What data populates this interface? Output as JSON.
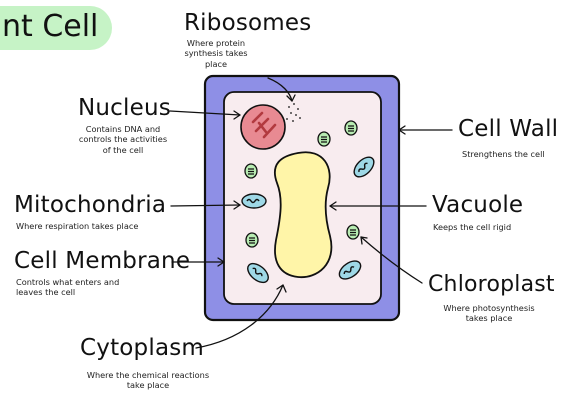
{
  "title": "nt Cell",
  "labels": {
    "ribosomes": {
      "name": "Ribosomes",
      "desc": [
        "Where protein",
        "synthesis takes",
        "place"
      ]
    },
    "nucleus": {
      "name": "Nucleus",
      "desc": [
        "Contains DNA and",
        "controls the activities",
        "of the cell"
      ]
    },
    "cell_wall": {
      "name": "Cell Wall",
      "desc": [
        "Strengthens the cell"
      ]
    },
    "mitochondria": {
      "name": "Mitochondria",
      "desc": [
        "Where respiration takes place"
      ]
    },
    "vacuole": {
      "name": "Vacuole",
      "desc": [
        "Keeps the cell rigid"
      ]
    },
    "cell_membrane": {
      "name": "Cell Membrane",
      "desc": [
        "Controls what enters and",
        "leaves the cell"
      ]
    },
    "chloroplast": {
      "name": "Chloroplast",
      "desc": [
        "Where photosynthesis",
        "takes place"
      ]
    },
    "cytoplasm": {
      "name": "Cytoplasm",
      "desc": [
        "Where the chemical reactions",
        "take place"
      ]
    }
  },
  "colors": {
    "cell_wall": "#8e8fe6",
    "cytoplasm": "#f8ecef",
    "vacuole": "#fff5a8",
    "nucleus": "#e88a92",
    "nucleus_dna": "#b23a3f",
    "mitochondria": "#9ed8e6",
    "chloroplast": "#b8ecb2",
    "title_highlight": "#c6f3c6",
    "outline": "#111111"
  }
}
